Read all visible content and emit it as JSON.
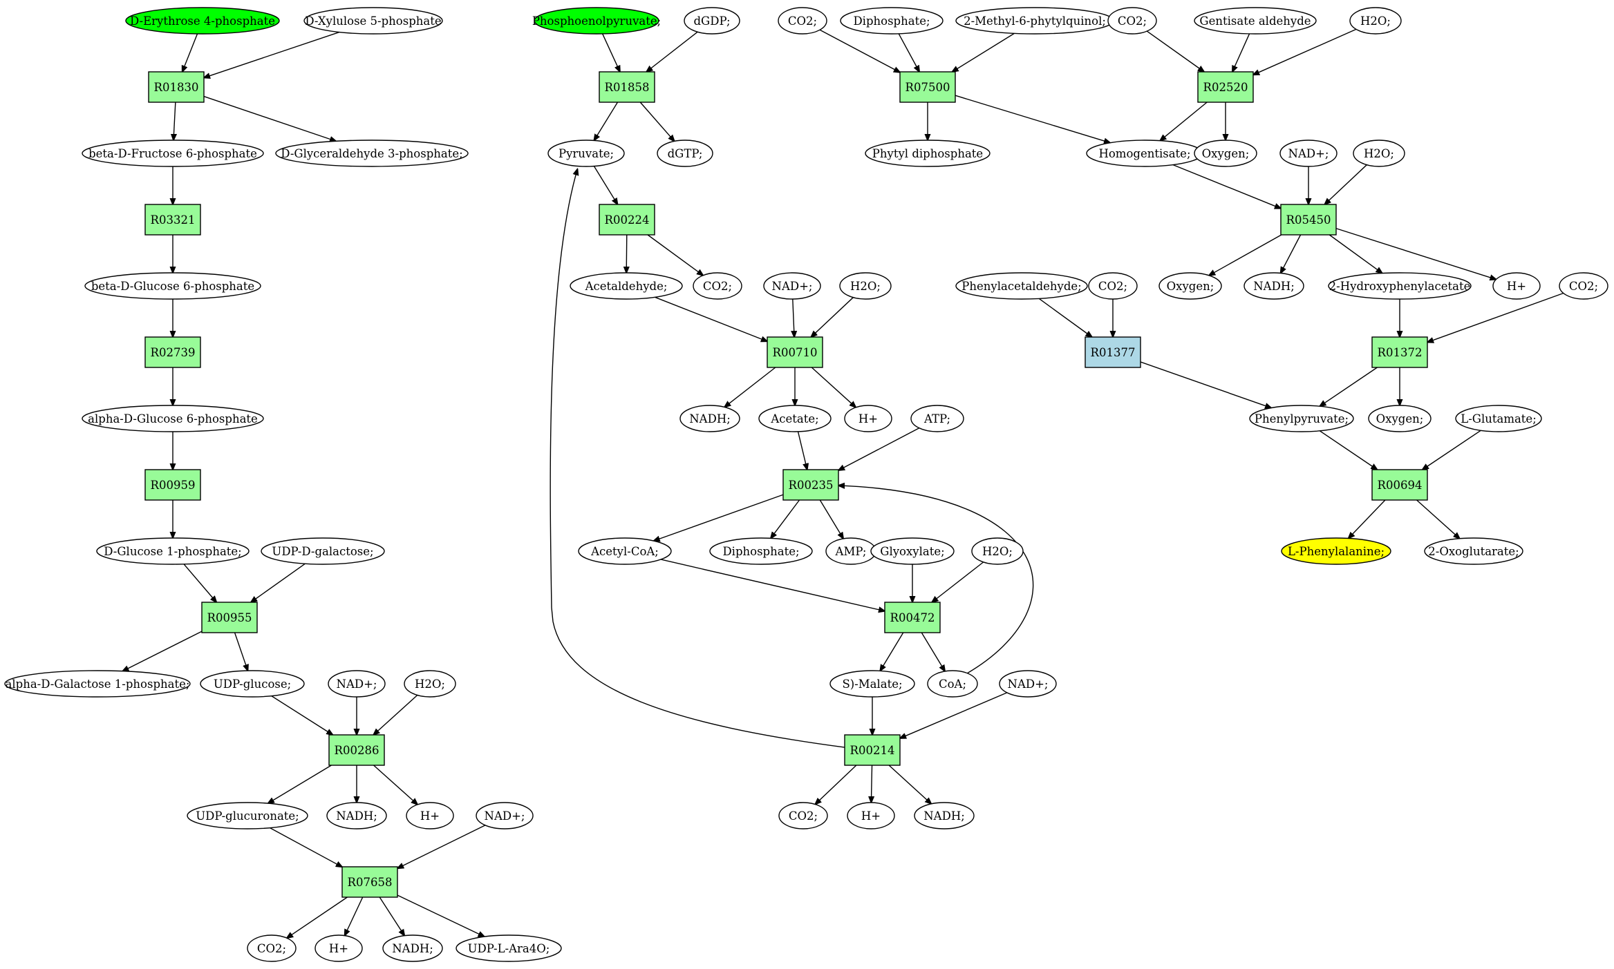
{
  "colors": {
    "reaction": "#98fb98",
    "reaction_alt": "#add8e6",
    "source": "#00ff00",
    "target": "#ffff00",
    "compound": "#ffffff"
  },
  "nodes": [
    {
      "id": "n_e4p",
      "kind": "compound",
      "label": "D-Erythrose 4-phosphate",
      "style": "source"
    },
    {
      "id": "n_x5p",
      "kind": "compound",
      "label": "D-Xylulose 5-phosphate"
    },
    {
      "id": "r_R01830",
      "kind": "reaction",
      "label": "R01830"
    },
    {
      "id": "n_bdf6p",
      "kind": "compound",
      "label": "beta-D-Fructose 6-phosphate"
    },
    {
      "id": "n_dg3p",
      "kind": "compound",
      "label": "D-Glyceraldehyde 3-phosphate;"
    },
    {
      "id": "r_R03321",
      "kind": "reaction",
      "label": "R03321"
    },
    {
      "id": "n_bdg6p",
      "kind": "compound",
      "label": "beta-D-Glucose 6-phosphate"
    },
    {
      "id": "r_R02739",
      "kind": "reaction",
      "label": "R02739"
    },
    {
      "id": "n_adg6p",
      "kind": "compound",
      "label": "alpha-D-Glucose 6-phosphate"
    },
    {
      "id": "r_R00959",
      "kind": "reaction",
      "label": "R00959"
    },
    {
      "id": "n_dg1p",
      "kind": "compound",
      "label": "D-Glucose 1-phosphate;"
    },
    {
      "id": "n_udpgal",
      "kind": "compound",
      "label": "UDP-D-galactose;"
    },
    {
      "id": "r_R00955",
      "kind": "reaction",
      "label": "R00955"
    },
    {
      "id": "n_adgal1p",
      "kind": "compound",
      "label": "alpha-D-Galactose 1-phosphate;"
    },
    {
      "id": "n_udpglc",
      "kind": "compound",
      "label": "UDP-glucose;"
    },
    {
      "id": "n_nad_a",
      "kind": "compound",
      "label": "NAD+;"
    },
    {
      "id": "n_h2o_a",
      "kind": "compound",
      "label": "H2O;"
    },
    {
      "id": "r_R00286",
      "kind": "reaction",
      "label": "R00286"
    },
    {
      "id": "n_udpgca",
      "kind": "compound",
      "label": "UDP-glucuronate;"
    },
    {
      "id": "n_nadh_a",
      "kind": "compound",
      "label": "NADH;"
    },
    {
      "id": "n_h_a",
      "kind": "compound",
      "label": "H+"
    },
    {
      "id": "n_nad_b",
      "kind": "compound",
      "label": "NAD+;"
    },
    {
      "id": "r_R07658",
      "kind": "reaction",
      "label": "R07658"
    },
    {
      "id": "n_co2_a",
      "kind": "compound",
      "label": "CO2;"
    },
    {
      "id": "n_h_b",
      "kind": "compound",
      "label": "H+"
    },
    {
      "id": "n_nadh_b",
      "kind": "compound",
      "label": "NADH;"
    },
    {
      "id": "n_udpara",
      "kind": "compound",
      "label": "UDP-L-Ara4O;"
    },
    {
      "id": "n_pep",
      "kind": "compound",
      "label": "Phosphoenolpyruvate;",
      "style": "source"
    },
    {
      "id": "n_dgdp",
      "kind": "compound",
      "label": "dGDP;"
    },
    {
      "id": "r_R01858",
      "kind": "reaction",
      "label": "R01858"
    },
    {
      "id": "n_pyr",
      "kind": "compound",
      "label": "Pyruvate;"
    },
    {
      "id": "n_dgtp",
      "kind": "compound",
      "label": "dGTP;"
    },
    {
      "id": "r_R00224",
      "kind": "reaction",
      "label": "R00224"
    },
    {
      "id": "n_acald",
      "kind": "compound",
      "label": "Acetaldehyde;"
    },
    {
      "id": "n_co2_b",
      "kind": "compound",
      "label": "CO2;"
    },
    {
      "id": "n_nad_c",
      "kind": "compound",
      "label": "NAD+;"
    },
    {
      "id": "n_h2o_b",
      "kind": "compound",
      "label": "H2O;"
    },
    {
      "id": "r_R00710",
      "kind": "reaction",
      "label": "R00710"
    },
    {
      "id": "n_nadh_c",
      "kind": "compound",
      "label": "NADH;"
    },
    {
      "id": "n_acetate",
      "kind": "compound",
      "label": "Acetate;"
    },
    {
      "id": "n_h_c",
      "kind": "compound",
      "label": "H+"
    },
    {
      "id": "n_atp",
      "kind": "compound",
      "label": "ATP;"
    },
    {
      "id": "r_R00235",
      "kind": "reaction",
      "label": "R00235"
    },
    {
      "id": "n_accoa",
      "kind": "compound",
      "label": "Acetyl-CoA;"
    },
    {
      "id": "n_ppi_a",
      "kind": "compound",
      "label": "Diphosphate;"
    },
    {
      "id": "n_amp",
      "kind": "compound",
      "label": "AMP;"
    },
    {
      "id": "n_glyox",
      "kind": "compound",
      "label": "Glyoxylate;"
    },
    {
      "id": "n_h2o_c",
      "kind": "compound",
      "label": "H2O;"
    },
    {
      "id": "r_R00472",
      "kind": "reaction",
      "label": "R00472"
    },
    {
      "id": "n_malate",
      "kind": "compound",
      "label": "S)-Malate;"
    },
    {
      "id": "n_coa",
      "kind": "compound",
      "label": "CoA;"
    },
    {
      "id": "n_nad_d",
      "kind": "compound",
      "label": "NAD+;"
    },
    {
      "id": "r_R00214",
      "kind": "reaction",
      "label": "R00214"
    },
    {
      "id": "n_co2_c",
      "kind": "compound",
      "label": "CO2;"
    },
    {
      "id": "n_h_d",
      "kind": "compound",
      "label": "H+"
    },
    {
      "id": "n_nadh_d",
      "kind": "compound",
      "label": "NADH;"
    },
    {
      "id": "n_co2_d",
      "kind": "compound",
      "label": "CO2;"
    },
    {
      "id": "n_ppi_b",
      "kind": "compound",
      "label": "Diphosphate;"
    },
    {
      "id": "n_mpq",
      "kind": "compound",
      "label": "2-Methyl-6-phytylquinol;"
    },
    {
      "id": "r_R07500",
      "kind": "reaction",
      "label": "R07500"
    },
    {
      "id": "n_phytdp",
      "kind": "compound",
      "label": "Phytyl diphosphate"
    },
    {
      "id": "n_co2_e",
      "kind": "compound",
      "label": "CO2;"
    },
    {
      "id": "n_gent",
      "kind": "compound",
      "label": "Gentisate aldehyde"
    },
    {
      "id": "n_h2o_d",
      "kind": "compound",
      "label": "H2O;"
    },
    {
      "id": "r_R02520",
      "kind": "reaction",
      "label": "R02520"
    },
    {
      "id": "n_homog",
      "kind": "compound",
      "label": "Homogentisate;"
    },
    {
      "id": "n_o2_a",
      "kind": "compound",
      "label": "Oxygen;"
    },
    {
      "id": "n_nad_e",
      "kind": "compound",
      "label": "NAD+;"
    },
    {
      "id": "n_h2o_e",
      "kind": "compound",
      "label": "H2O;"
    },
    {
      "id": "r_R05450",
      "kind": "reaction",
      "label": "R05450"
    },
    {
      "id": "n_o2_b",
      "kind": "compound",
      "label": "Oxygen;"
    },
    {
      "id": "n_nadh_e",
      "kind": "compound",
      "label": "NADH;"
    },
    {
      "id": "n_2hpa",
      "kind": "compound",
      "label": "2-Hydroxyphenylacetate"
    },
    {
      "id": "n_h_e",
      "kind": "compound",
      "label": "H+"
    },
    {
      "id": "n_paald",
      "kind": "compound",
      "label": "Phenylacetaldehyde;"
    },
    {
      "id": "n_co2_f",
      "kind": "compound",
      "label": "CO2;"
    },
    {
      "id": "r_R01377",
      "kind": "reaction",
      "label": "R01377",
      "style": "reaction_alt"
    },
    {
      "id": "n_co2_g",
      "kind": "compound",
      "label": "CO2;"
    },
    {
      "id": "r_R01372",
      "kind": "reaction",
      "label": "R01372"
    },
    {
      "id": "n_phpyr",
      "kind": "compound",
      "label": "Phenylpyruvate;"
    },
    {
      "id": "n_o2_c",
      "kind": "compound",
      "label": "Oxygen;"
    },
    {
      "id": "n_glu",
      "kind": "compound",
      "label": "L-Glutamate;"
    },
    {
      "id": "r_R00694",
      "kind": "reaction",
      "label": "R00694"
    },
    {
      "id": "n_phe",
      "kind": "compound",
      "label": "L-Phenylalanine;",
      "style": "target"
    },
    {
      "id": "n_2og",
      "kind": "compound",
      "label": "2-Oxoglutarate;"
    }
  ],
  "edges": [
    [
      "n_e4p",
      "r_R01830"
    ],
    [
      "n_x5p",
      "r_R01830"
    ],
    [
      "r_R01830",
      "n_bdf6p"
    ],
    [
      "r_R01830",
      "n_dg3p"
    ],
    [
      "n_bdf6p",
      "r_R03321"
    ],
    [
      "r_R03321",
      "n_bdg6p"
    ],
    [
      "n_bdg6p",
      "r_R02739"
    ],
    [
      "r_R02739",
      "n_adg6p"
    ],
    [
      "n_adg6p",
      "r_R00959"
    ],
    [
      "r_R00959",
      "n_dg1p"
    ],
    [
      "n_dg1p",
      "r_R00955"
    ],
    [
      "n_udpgal",
      "r_R00955"
    ],
    [
      "r_R00955",
      "n_adgal1p"
    ],
    [
      "r_R00955",
      "n_udpglc"
    ],
    [
      "n_udpglc",
      "r_R00286"
    ],
    [
      "n_nad_a",
      "r_R00286"
    ],
    [
      "n_h2o_a",
      "r_R00286"
    ],
    [
      "r_R00286",
      "n_udpgca"
    ],
    [
      "r_R00286",
      "n_nadh_a"
    ],
    [
      "r_R00286",
      "n_h_a"
    ],
    [
      "n_udpgca",
      "r_R07658"
    ],
    [
      "n_nad_b",
      "r_R07658"
    ],
    [
      "r_R07658",
      "n_co2_a"
    ],
    [
      "r_R07658",
      "n_h_b"
    ],
    [
      "r_R07658",
      "n_nadh_b"
    ],
    [
      "r_R07658",
      "n_udpara"
    ],
    [
      "n_pep",
      "r_R01858"
    ],
    [
      "n_dgdp",
      "r_R01858"
    ],
    [
      "r_R01858",
      "n_pyr"
    ],
    [
      "r_R01858",
      "n_dgtp"
    ],
    [
      "n_pyr",
      "r_R00224"
    ],
    [
      "r_R00224",
      "n_acald"
    ],
    [
      "r_R00224",
      "n_co2_b"
    ],
    [
      "n_acald",
      "r_R00710"
    ],
    [
      "n_nad_c",
      "r_R00710"
    ],
    [
      "n_h2o_b",
      "r_R00710"
    ],
    [
      "r_R00710",
      "n_nadh_c"
    ],
    [
      "r_R00710",
      "n_acetate"
    ],
    [
      "r_R00710",
      "n_h_c"
    ],
    [
      "n_acetate",
      "r_R00235"
    ],
    [
      "n_atp",
      "r_R00235"
    ],
    [
      "r_R00235",
      "n_accoa"
    ],
    [
      "r_R00235",
      "n_ppi_a"
    ],
    [
      "r_R00235",
      "n_amp"
    ],
    [
      "n_accoa",
      "r_R00472"
    ],
    [
      "n_glyox",
      "r_R00472"
    ],
    [
      "n_h2o_c",
      "r_R00472"
    ],
    [
      "r_R00472",
      "n_malate"
    ],
    [
      "r_R00472",
      "n_coa"
    ],
    [
      "n_coa",
      "r_R00235"
    ],
    [
      "n_malate",
      "r_R00214"
    ],
    [
      "n_nad_d",
      "r_R00214"
    ],
    [
      "r_R00214",
      "n_co2_c"
    ],
    [
      "r_R00214",
      "n_h_d"
    ],
    [
      "r_R00214",
      "n_nadh_d"
    ],
    [
      "r_R00214",
      "n_pyr"
    ],
    [
      "n_co2_d",
      "r_R07500"
    ],
    [
      "n_ppi_b",
      "r_R07500"
    ],
    [
      "n_mpq",
      "r_R07500"
    ],
    [
      "r_R07500",
      "n_phytdp"
    ],
    [
      "r_R07500",
      "n_homog"
    ],
    [
      "n_co2_e",
      "r_R02520"
    ],
    [
      "n_gent",
      "r_R02520"
    ],
    [
      "n_h2o_d",
      "r_R02520"
    ],
    [
      "r_R02520",
      "n_homog"
    ],
    [
      "r_R02520",
      "n_o2_a"
    ],
    [
      "n_homog",
      "r_R05450"
    ],
    [
      "n_nad_e",
      "r_R05450"
    ],
    [
      "n_h2o_e",
      "r_R05450"
    ],
    [
      "r_R05450",
      "n_o2_b"
    ],
    [
      "r_R05450",
      "n_nadh_e"
    ],
    [
      "r_R05450",
      "n_2hpa"
    ],
    [
      "r_R05450",
      "n_h_e"
    ],
    [
      "n_paald",
      "r_R01377"
    ],
    [
      "n_co2_f",
      "r_R01377"
    ],
    [
      "r_R01377",
      "n_phpyr"
    ],
    [
      "n_2hpa",
      "r_R01372"
    ],
    [
      "n_co2_g",
      "r_R01372"
    ],
    [
      "r_R01372",
      "n_phpyr"
    ],
    [
      "r_R01372",
      "n_o2_c"
    ],
    [
      "n_phpyr",
      "r_R00694"
    ],
    [
      "n_glu",
      "r_R00694"
    ],
    [
      "r_R00694",
      "n_phe"
    ],
    [
      "r_R00694",
      "n_2og"
    ]
  ]
}
